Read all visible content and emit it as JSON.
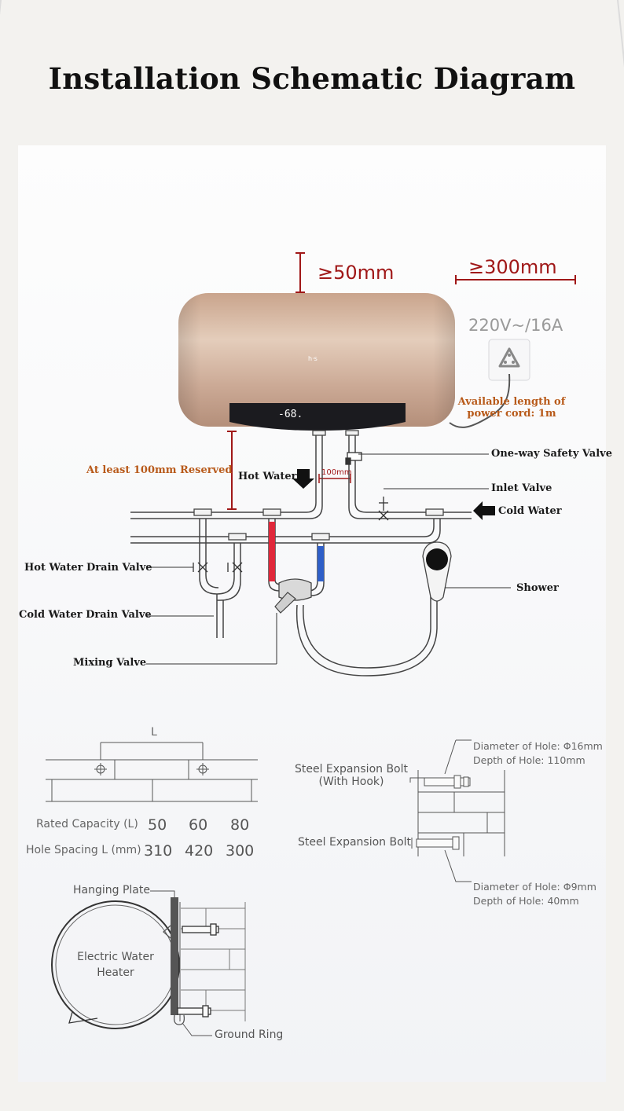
{
  "title": "Installation Schematic Diagram",
  "dimensions": {
    "top_clearance": "≥50mm",
    "side_clearance": "≥300mm",
    "bottom_reserved": "At least 100mm Reserved",
    "pipe_spacing": "100mm"
  },
  "power": {
    "rating": "220V~/16A",
    "cord_note_line1": "Available length of",
    "cord_note_line2": "power cord: 1m"
  },
  "heater_display": "-68.",
  "labels": {
    "hot_water": "Hot Water",
    "cold_water": "Cold Water",
    "one_way_safety_valve": "One-way Safety Valve",
    "inlet_valve": "Inlet Valve",
    "hot_water_drain_valve": "Hot Water Drain Valve",
    "cold_water_drain_valve": "Cold Water Drain Valve",
    "shower": "Shower",
    "mixing_valve": "Mixing Valve"
  },
  "mounting": {
    "spacing_label": "L",
    "table": {
      "rows": [
        {
          "header": "Rated Capacity (L)",
          "values": [
            "50",
            "60",
            "80"
          ]
        },
        {
          "header": "Hole Spacing L (mm)",
          "values": [
            "310",
            "420",
            "300"
          ]
        }
      ]
    }
  },
  "bolts": {
    "hook_bolt_line1": "Steel Expansion Bolt",
    "hook_bolt_line2": "(With Hook)",
    "hook_hole_diameter": "Diameter of Hole: Φ16mm",
    "hook_hole_depth": "Depth of Hole: 110mm",
    "plain_bolt": "Steel Expansion Bolt",
    "plain_hole_diameter": "Diameter of Hole: Φ9mm",
    "plain_hole_depth": "Depth of Hole: 40mm"
  },
  "side_view": {
    "hanging_plate": "Hanging Plate",
    "heater_line1": "Electric Water",
    "heater_line2": "Heater",
    "ground_ring": "Ground Ring"
  },
  "colors": {
    "title": "#111111",
    "dimension_red": "#a01818",
    "note_orange": "#b85a1a",
    "hot_pipe": "#e0283a",
    "cold_pipe": "#2f5fc8",
    "heater_body": "#d4b59f"
  }
}
